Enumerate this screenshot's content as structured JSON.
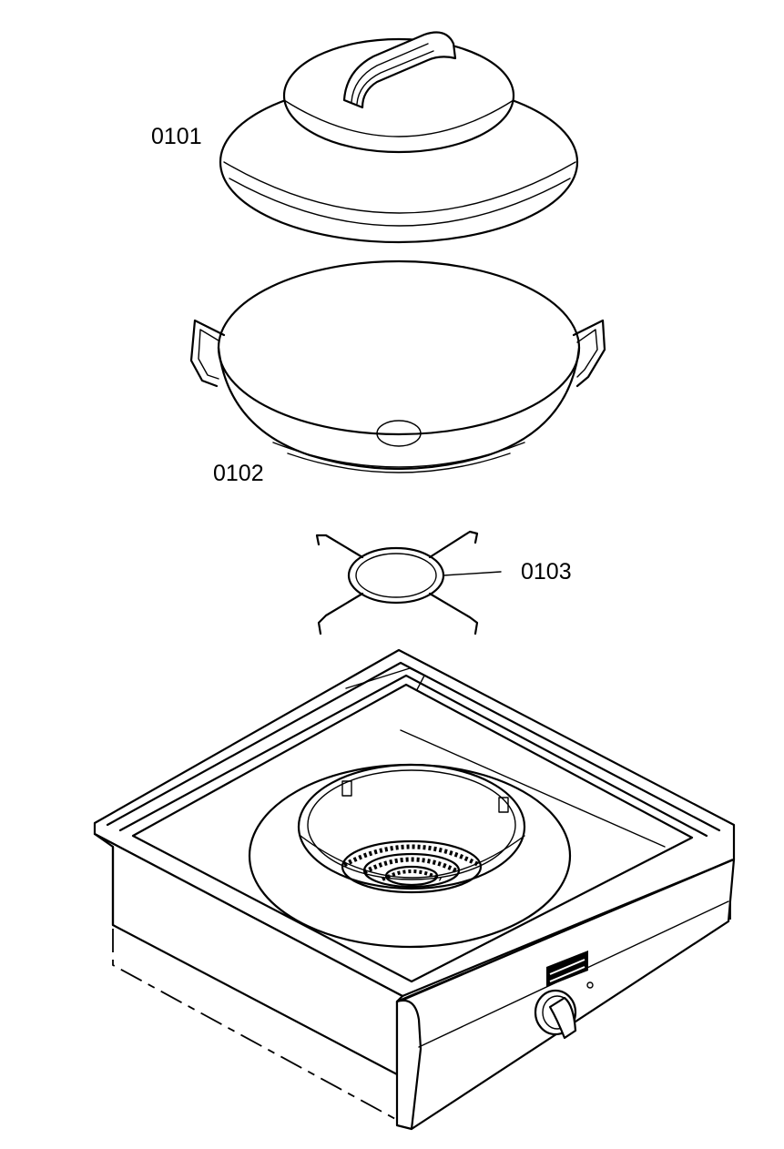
{
  "figure": {
    "parts": [
      {
        "id": "lid",
        "label": "0101"
      },
      {
        "id": "wok",
        "label": "0102"
      },
      {
        "id": "ring-stand",
        "label": "0103"
      },
      {
        "id": "wok-range"
      }
    ]
  }
}
